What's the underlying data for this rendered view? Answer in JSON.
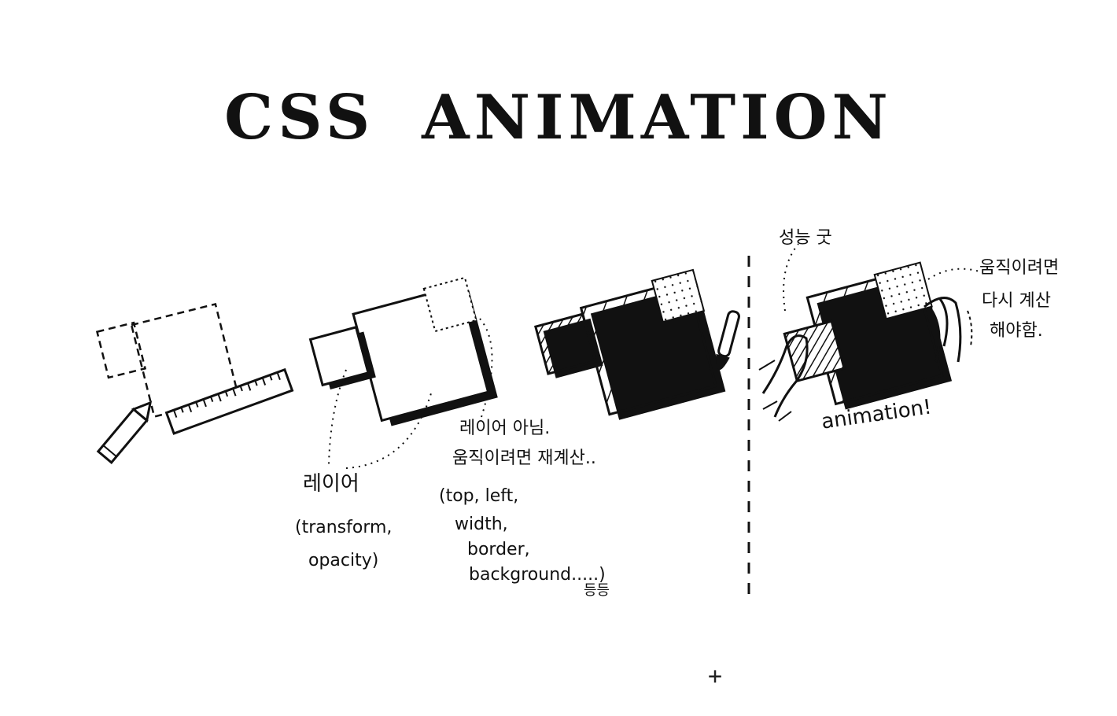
{
  "title": {
    "part1": "CSS",
    "part2": "ANIMATION"
  },
  "labels": {
    "layer": "레이어",
    "layer_props_1": "(transform,",
    "layer_props_2": "opacity)",
    "not_layer_1": "레이어 아님.",
    "not_layer_2": "움직이려면 재계산..",
    "not_layer_props_1": "(top, left,",
    "not_layer_props_2": "width,",
    "not_layer_props_3": "border,",
    "not_layer_props_4": "background.....)",
    "etc": "등등",
    "good_perf": "성능 굿",
    "recalc_1": "움직이려면",
    "recalc_2": "다시 계산",
    "recalc_3": "해야함.",
    "animation": "animation!"
  },
  "cursor": "+"
}
